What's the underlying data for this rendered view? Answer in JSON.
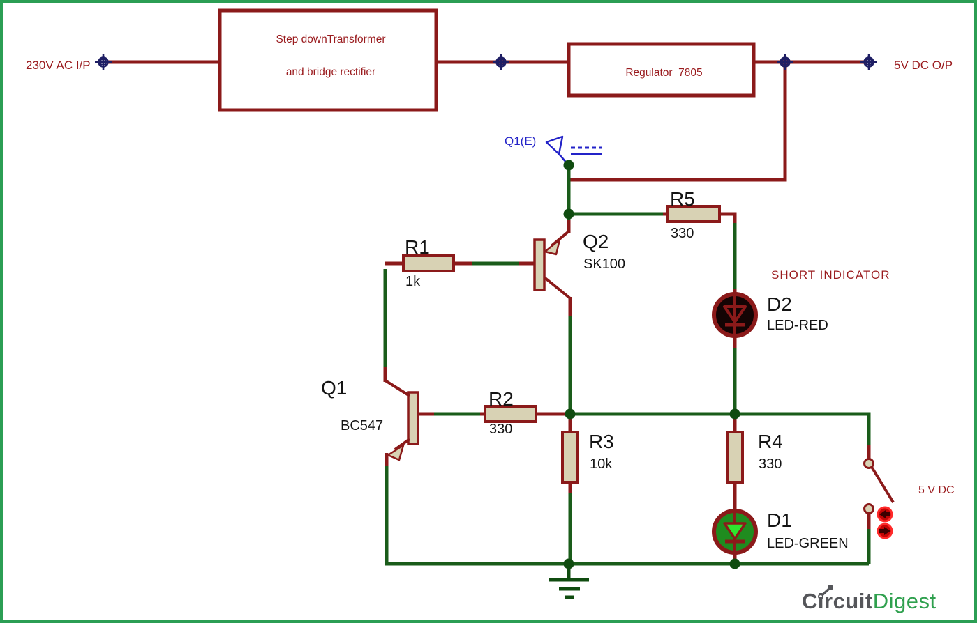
{
  "diagram_title": "Short circuit indication circuit schematic",
  "terminals": {
    "ac_input": {
      "label": "230V AC I/P"
    },
    "dc_output": {
      "label": "5V DC O/P"
    },
    "switch_supply": {
      "label": "5 V DC"
    }
  },
  "blocks": {
    "transformer": {
      "line1": "Step downTransformer",
      "line2": "and bridge rectifier"
    },
    "regulator": {
      "label": "Regulator  7805"
    }
  },
  "net_labels": {
    "q1e": "Q1(E)"
  },
  "annotations": {
    "short_indicator": "SHORT INDICATOR"
  },
  "components": {
    "r1": {
      "ref": "R1",
      "value": "1k"
    },
    "r2": {
      "ref": "R2",
      "value": "330"
    },
    "r3": {
      "ref": "R3",
      "value": "10k"
    },
    "r4": {
      "ref": "R4",
      "value": "330"
    },
    "r5": {
      "ref": "R5",
      "value": "330"
    },
    "q1": {
      "ref": "Q1",
      "value": "BC547"
    },
    "q2": {
      "ref": "Q2",
      "value": "SK100"
    },
    "d1": {
      "ref": "D1",
      "value": "LED-GREEN"
    },
    "d2": {
      "ref": "D2",
      "value": "LED-RED"
    }
  },
  "logo": {
    "word1": "Circuit",
    "word2": "Digest"
  },
  "colors": {
    "wire_red": "#8B1A1A",
    "wire_green": "#1A5C1A",
    "junction_green": "#104C10",
    "component_fill": "#D8D2B4",
    "frame_green": "#2B9E54",
    "label_red": "#9A1B1E",
    "label_blue": "#2323C8",
    "connector_navy": "#1E1E64",
    "led_red_body": "#140404",
    "led_green_body": "#1F8C1F",
    "led_green_triangle": "#2EE62E",
    "switch_button_red": "#C40505",
    "logo_gray": "#55565A",
    "logo_green": "#2FA04E"
  }
}
